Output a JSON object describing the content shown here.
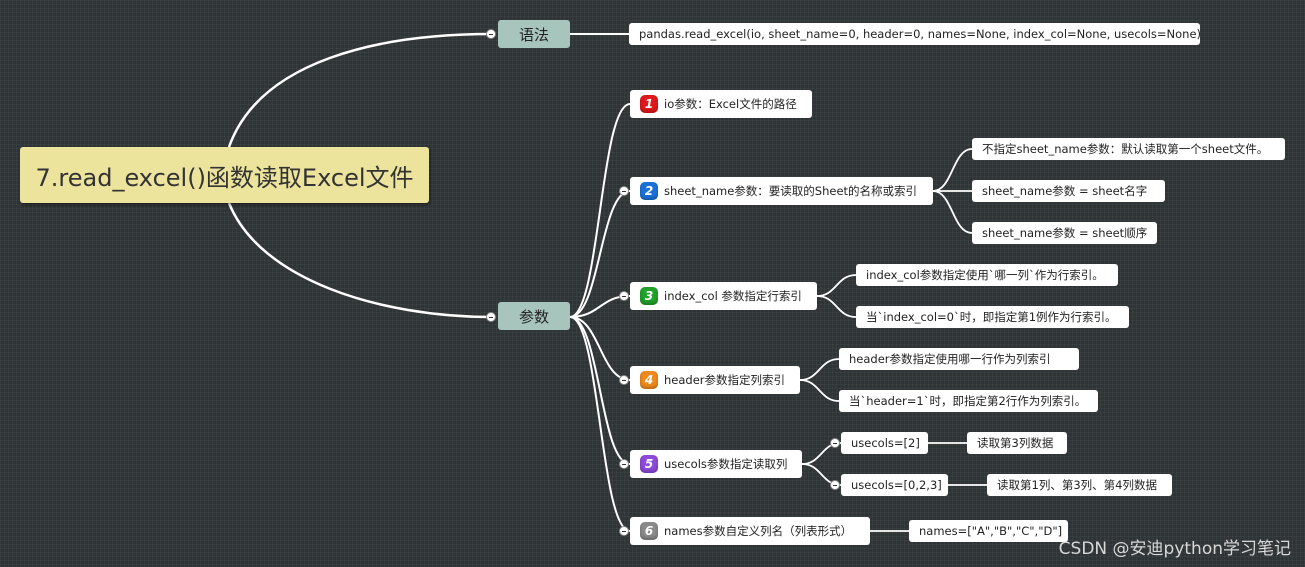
{
  "root": {
    "title": "7.read_excel()函数读取Excel文件"
  },
  "syntax": {
    "label": "语法",
    "signature": "pandas.read_excel(io, sheet_name=0, header=0, names=None, index_col=None, usecols=None)"
  },
  "params": {
    "label": "参数",
    "items": [
      {
        "num": "1",
        "color": "#e0191c",
        "text": "io参数：Excel文件的路径",
        "children": []
      },
      {
        "num": "2",
        "color": "#1a72d9",
        "text": "sheet_name参数：要读取的Sheet的名称或索引",
        "children": [
          {
            "text": "不指定sheet_name参数：默认读取第一个sheet文件。"
          },
          {
            "text": "sheet_name参数 = sheet名字"
          },
          {
            "text": "sheet_name参数 = sheet顺序"
          }
        ]
      },
      {
        "num": "3",
        "color": "#22a12b",
        "text": "index_col 参数指定行索引",
        "children": [
          {
            "text": "index_col参数指定使用`哪一列`作为行索引。"
          },
          {
            "text": "当`index_col=0`时，即指定第1例作为行索引。"
          }
        ]
      },
      {
        "num": "4",
        "color": "#f08a1c",
        "text": "header参数指定列索引",
        "children": [
          {
            "text": "header参数指定使用哪一行作为列索引"
          },
          {
            "text": "当`header=1`时，即指定第2行作为列索引。"
          }
        ]
      },
      {
        "num": "5",
        "color": "#8e4ad9",
        "text": "usecols参数指定读取列",
        "children": [
          {
            "text": "usecols=[2]",
            "children": [
              {
                "text": "读取第3列数据"
              }
            ]
          },
          {
            "text": "usecols=[0,2,3]",
            "children": [
              {
                "text": "读取第1列、第3列、第4列数据"
              }
            ]
          }
        ]
      },
      {
        "num": "6",
        "color": "#8a8a8a",
        "text": "names参数自定义列名（列表形式）",
        "children": [
          {
            "text": "names=[\"A\",\"B\",\"C\",\"D\"]"
          }
        ]
      }
    ]
  },
  "watermark": "CSDN @安迪python学习笔记"
}
